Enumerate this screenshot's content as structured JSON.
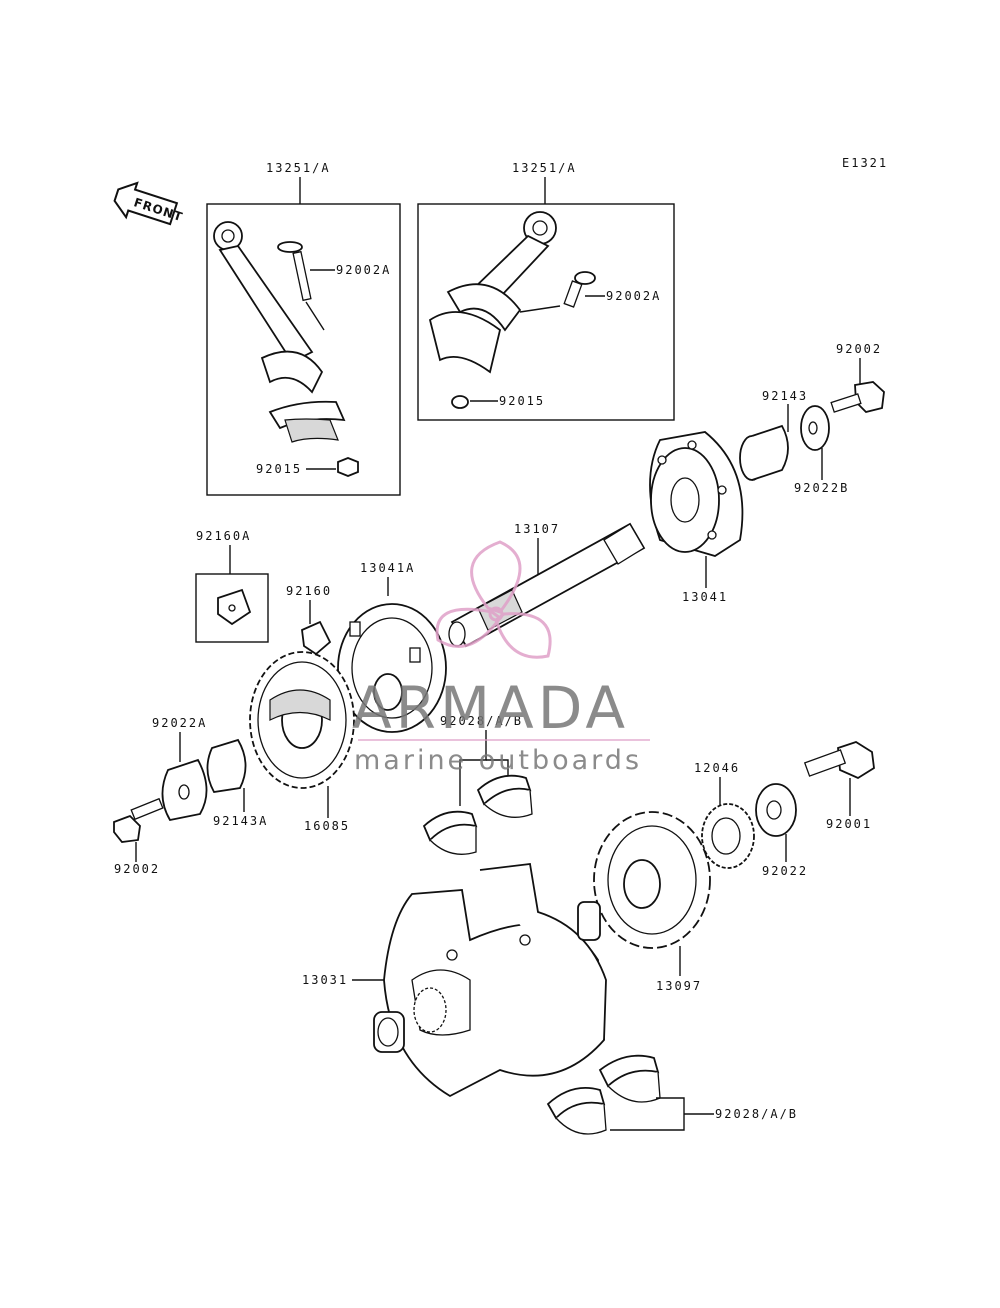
{
  "diagram_id": "E1321",
  "direction_badge": "FRONT",
  "watermark": {
    "brand": "ARMADA",
    "tagline": "marine outboards",
    "brand_color": "#e0a0c8",
    "text_color": "#777777"
  },
  "labels": {
    "p13251a_left": "13251/A",
    "p13251a_right": "13251/A",
    "p92002a_left": "92002A",
    "p92002a_right": "92002A",
    "p92015_left": "92015",
    "p92015_right": "92015",
    "p92002_top": "92002",
    "p92143": "92143",
    "p92022b": "92022B",
    "p13041": "13041",
    "p13107": "13107",
    "p92160a": "92160A",
    "p92160": "92160",
    "p13041a": "13041A",
    "p92028ab_mid": "92028/A/B",
    "p92022a": "92022A",
    "p92143a": "92143A",
    "p16085": "16085",
    "p92002_bottom": "92002",
    "p12046": "12046",
    "p92022": "92022",
    "p92001": "92001",
    "p13097": "13097",
    "p13031": "13031",
    "p92028ab_bottom": "92028/A/B"
  }
}
